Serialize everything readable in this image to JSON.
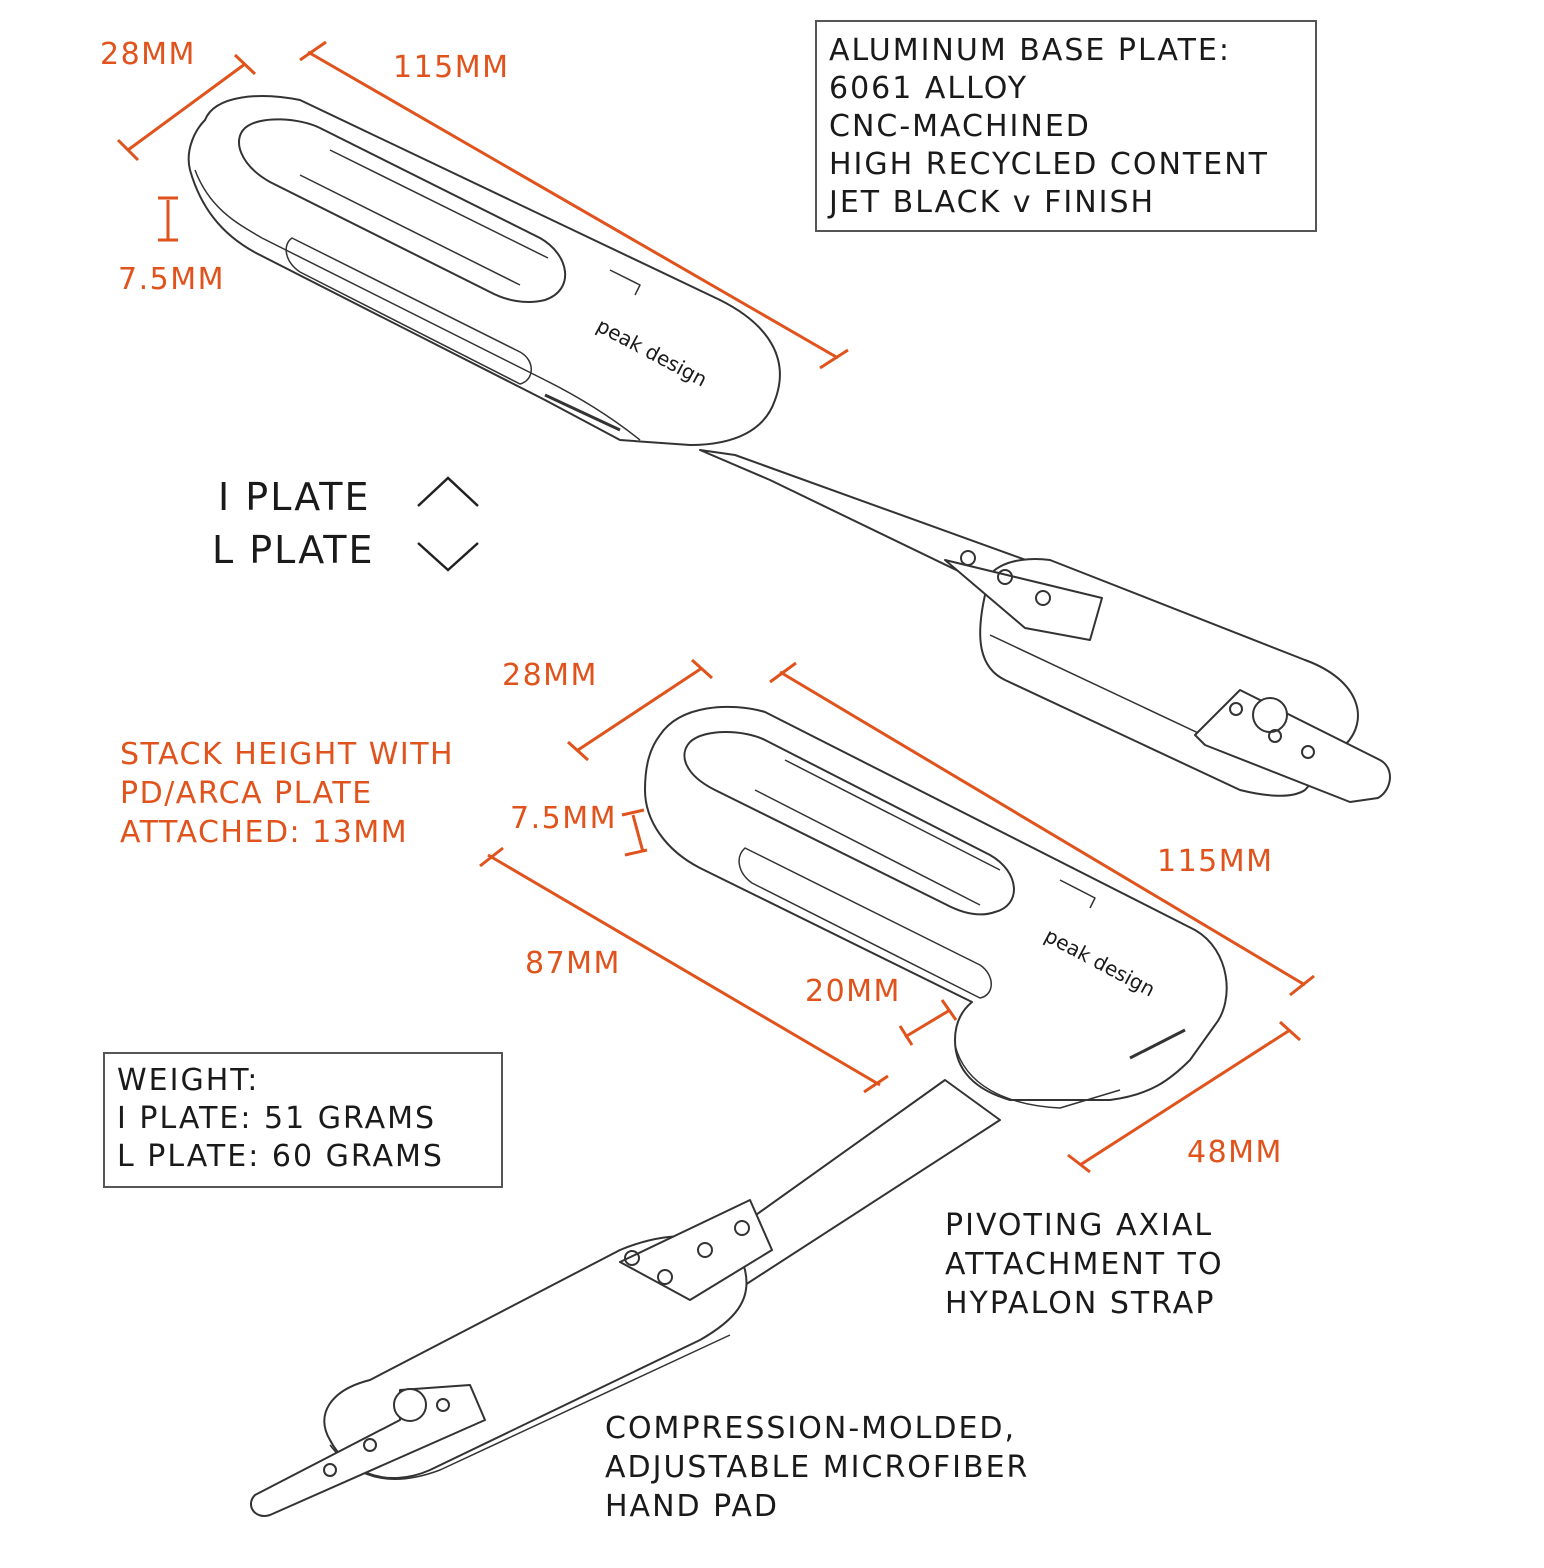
{
  "specs": {
    "lines": [
      "ALUMINUM BASE PLATE:",
      "6061 ALLOY",
      "CNC-MACHINED",
      "HIGH RECYCLED CONTENT",
      "JET BLACK v FINISH"
    ]
  },
  "legend": {
    "i_plate": "I PLATE",
    "l_plate": "L PLATE"
  },
  "i_plate": {
    "dims": {
      "width": "28MM",
      "length": "115MM",
      "thickness": "7.5MM"
    },
    "brand": "peak design"
  },
  "l_plate": {
    "dims": {
      "width": "28MM",
      "thickness": "7.5MM",
      "length": "115MM",
      "arm": "87MM",
      "inset": "20MM",
      "foot": "48MM"
    },
    "brand": "peak design"
  },
  "stack": {
    "lines": [
      "STACK HEIGHT WITH",
      "PD/ARCA PLATE",
      "ATTACHED: 13MM"
    ]
  },
  "weight": {
    "lines": [
      "WEIGHT:",
      "I PLATE: 51 GRAMS",
      "L PLATE: 60 GRAMS"
    ]
  },
  "pivot": {
    "lines": [
      "PIVOTING AXIAL",
      "ATTACHMENT TO",
      "HYPALON STRAP"
    ]
  },
  "pad": {
    "lines": [
      "COMPRESSION-MOLDED,",
      "ADJUSTABLE MICROFIBER",
      "HAND PAD"
    ]
  },
  "colors": {
    "dimension": "#e0531c",
    "text": "#1a1a1a",
    "line": "#333333"
  }
}
